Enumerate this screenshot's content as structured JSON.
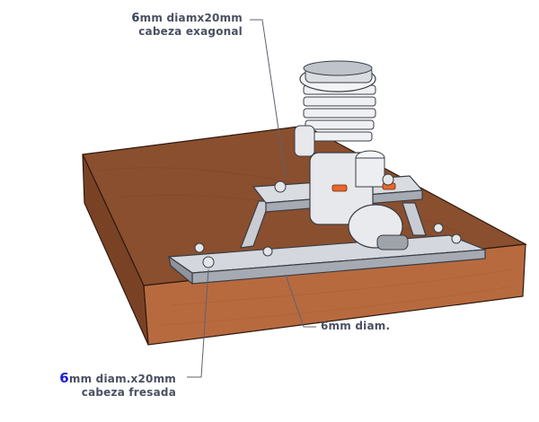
{
  "callouts": {
    "top": {
      "prefix": "6",
      "line1_rest": "mm diamx20mm",
      "line2": "cabeza exagonal"
    },
    "middle": {
      "text": "6mm diam."
    },
    "bottom": {
      "prefix": "6",
      "line1_rest": "mm diam.x20mm",
      "line2": "cabeza fresada"
    }
  },
  "colors": {
    "wood_top": "#8a4f2e",
    "wood_front": "#b86a3f",
    "wood_side": "#7a4225",
    "metal": "#c9ccd3",
    "metal_dark": "#8f939c",
    "engine": "#eceef1",
    "accent_orange": "#e8662a",
    "leader": "#5b6270",
    "bottom_prefix": "#1f1fd0"
  }
}
